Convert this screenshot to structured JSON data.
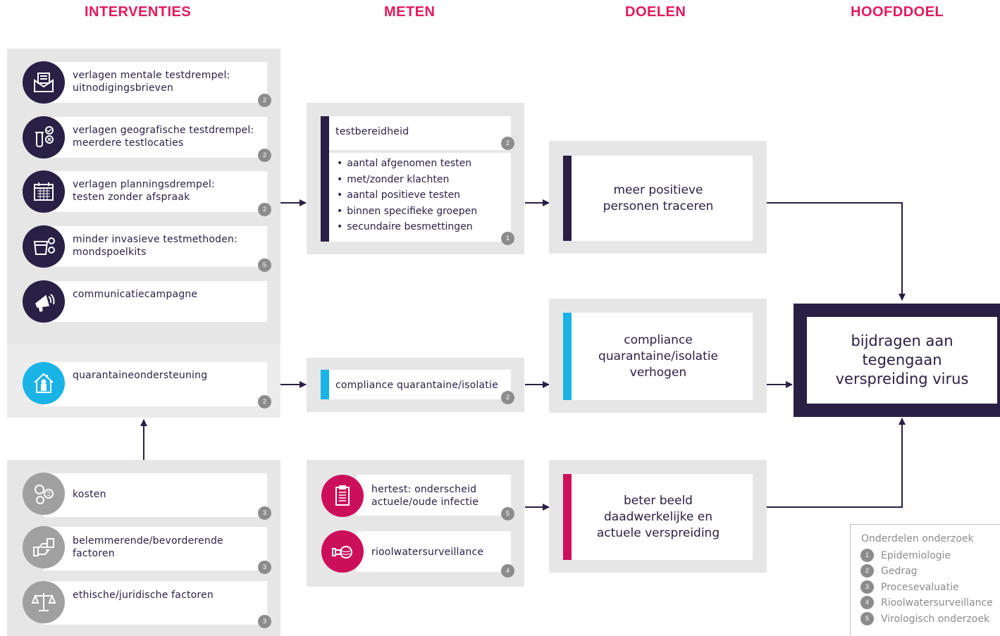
{
  "colors": {
    "accent_pink": "#e6195a",
    "navy": "#2a1f45",
    "cyan": "#1ab3e6",
    "magenta": "#cc0f5a",
    "grey_icon": "#a0a0a0",
    "panel": "#e6e6e6",
    "badge": "#8c8c8c"
  },
  "headers": {
    "interventies": "INTERVENTIES",
    "meten": "METEN",
    "doelen": "DOELEN",
    "hoofddoel": "HOOFDDOEL"
  },
  "interventions": [
    {
      "icon": "envelope-letter-icon",
      "line1": "verlagen mentale testdrempel:",
      "line2": "uitnodigingsbrieven",
      "badge": "2"
    },
    {
      "icon": "test-tube-locations-icon",
      "line1": "verlagen geografische testdrempel:",
      "line2": "meerdere testlocaties",
      "badge": "2"
    },
    {
      "icon": "calendar-icon",
      "line1": "verlagen planningsdrempel:",
      "line2": "testen zonder afspraak",
      "badge": "2"
    },
    {
      "icon": "cup-icon",
      "line1": "minder invasieve testmethoden:",
      "line2": "mondspoelkits",
      "badge": "5"
    },
    {
      "icon": "megaphone-icon",
      "line1": "communicatiecampagne",
      "line2": "",
      "badge": ""
    }
  ],
  "quarantine": {
    "icon": "house-person-icon",
    "label": "quarantaineondersteuning",
    "badge": "2"
  },
  "factors": [
    {
      "icon": "coins-icon",
      "label": "kosten",
      "line2": "",
      "badge": "3"
    },
    {
      "icon": "handshake-icon",
      "label": "belemmerende/bevorderende",
      "line2": "factoren",
      "badge": "3"
    },
    {
      "icon": "scales-icon",
      "label": "ethische/juridische factoren",
      "line2": "",
      "badge": "3"
    }
  ],
  "measures": {
    "testbereidheid": {
      "title": "testbereidheid",
      "badge_top": "2",
      "bullets": [
        "aantal afgenomen testen",
        "met/zonder klachten",
        "aantal positieve testen",
        "binnen specifieke groepen",
        "secundaire besmettingen"
      ],
      "badge_bottom": "1"
    },
    "compliance": {
      "label": "compliance quarantaine/isolatie",
      "badge": "2"
    },
    "hertest": {
      "icon": "clipboard-icon",
      "line1": "hertest: onderscheid",
      "line2": "actuele/oude infectie",
      "badge": "5"
    },
    "riool": {
      "icon": "sewer-pipe-icon",
      "label": "rioolwatersurveillance",
      "badge": "4"
    }
  },
  "goals": {
    "g1": {
      "line1": "meer positieve",
      "line2": "personen traceren"
    },
    "g2": {
      "line1": "compliance",
      "line2": "quarantaine/isolatie",
      "line3": "verhogen"
    },
    "g3": {
      "line1": "beter beeld",
      "line2": "daadwerkelijke en",
      "line3": "actuele verspreiding"
    }
  },
  "main_goal": {
    "line1": "bijdragen aan",
    "line2": "tegengaan",
    "line3": "verspreiding virus"
  },
  "legend": {
    "title": "Onderdelen onderzoek",
    "items": [
      {
        "num": "1",
        "label": "Epidemiologie"
      },
      {
        "num": "2",
        "label": "Gedrag"
      },
      {
        "num": "3",
        "label": "Procesevaluatie"
      },
      {
        "num": "4",
        "label": "Rioolwatersurveillance"
      },
      {
        "num": "5",
        "label": "Virologisch onderzoek"
      }
    ]
  }
}
